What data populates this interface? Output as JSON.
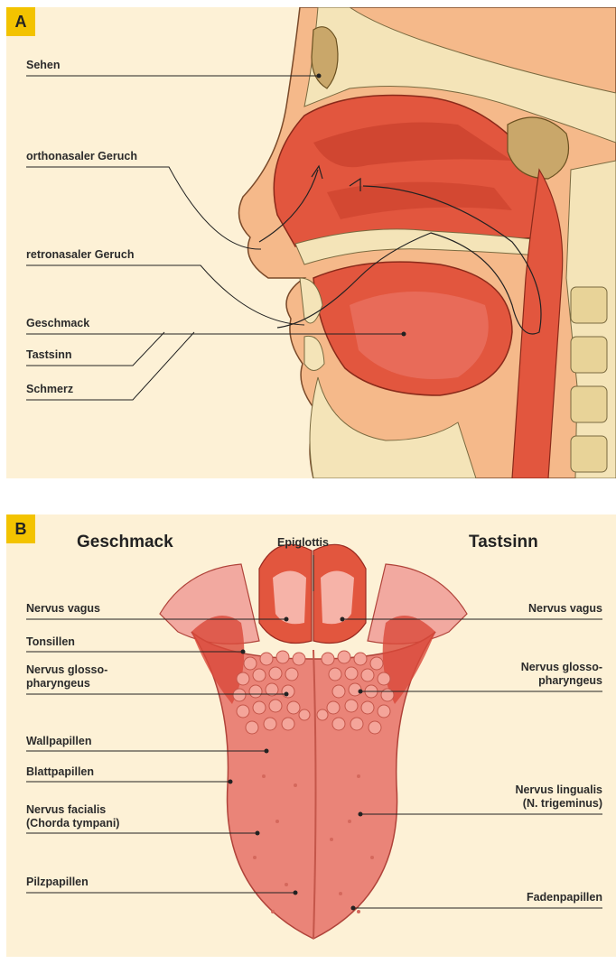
{
  "panel_a": {
    "badge": "A",
    "labels": {
      "sehen": "Sehen",
      "orthonasal": "orthonasaler Geruch",
      "retronasal": "retronasaler Geruch",
      "geschmack": "Geschmack",
      "tastsinn": "Tastsinn",
      "schmerz": "Schmerz"
    }
  },
  "panel_b": {
    "badge": "B",
    "heading_left": "Geschmack",
    "heading_right": "Tastsinn",
    "labels": {
      "epiglottis": "Epiglottis",
      "nervus_vagus_left": "Nervus vagus",
      "tonsillen": "Tonsillen",
      "glosso_left_1": "Nervus glosso-",
      "glosso_left_2": "pharyngeus",
      "wallpapillen": "Wallpapillen",
      "blattpapillen": "Blattpapillen",
      "facialis_1": "Nervus facialis",
      "facialis_2": "(Chorda tympani)",
      "pilzpapillen": "Pilzpapillen",
      "nervus_vagus_right": "Nervus vagus",
      "glosso_right_1": "Nervus glosso-",
      "glosso_right_2": "pharyngeus",
      "lingualis_1": "Nervus lingualis",
      "lingualis_2": "(N. trigeminus)",
      "fadenpapillen": "Fadenpapillen"
    }
  },
  "colors": {
    "badge": "#f3c300",
    "panel_bg": "#fdf1d6",
    "tissue_red": "#e2563e",
    "tongue": "#ea8478",
    "bone": "#f4e4b8"
  }
}
